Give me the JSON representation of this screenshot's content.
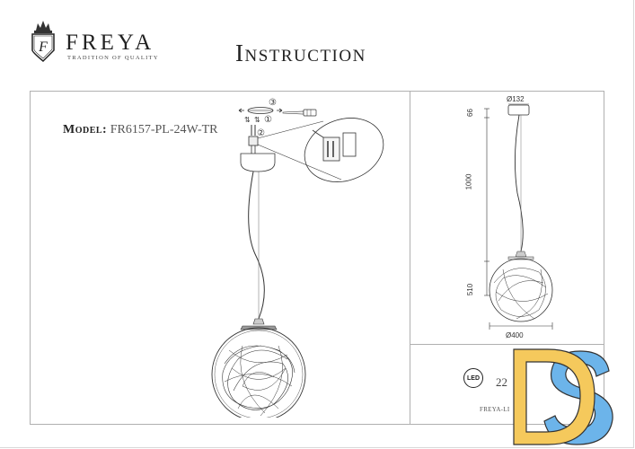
{
  "header": {
    "brand_name": "FREYA",
    "brand_tagline": "TRADITION OF QUALITY",
    "brand_monogram": "F",
    "title": "Instruction"
  },
  "model": {
    "label": "Model:",
    "value": "FR6157-PL-24W-TR"
  },
  "installation": {
    "step_markers": [
      "①",
      "②",
      "③"
    ]
  },
  "dimensions": {
    "canopy_diameter": "Ø132",
    "canopy_height": "66",
    "cable_length": "1000",
    "shade_height": "510",
    "shade_diameter": "Ø400"
  },
  "specs": {
    "led_badge": "LED",
    "voltage": "22",
    "footer_code": "FREYA-LI"
  },
  "watermark": {
    "letters": "DS",
    "color_d": "#f5c95c",
    "color_s": "#6cb4ea"
  }
}
